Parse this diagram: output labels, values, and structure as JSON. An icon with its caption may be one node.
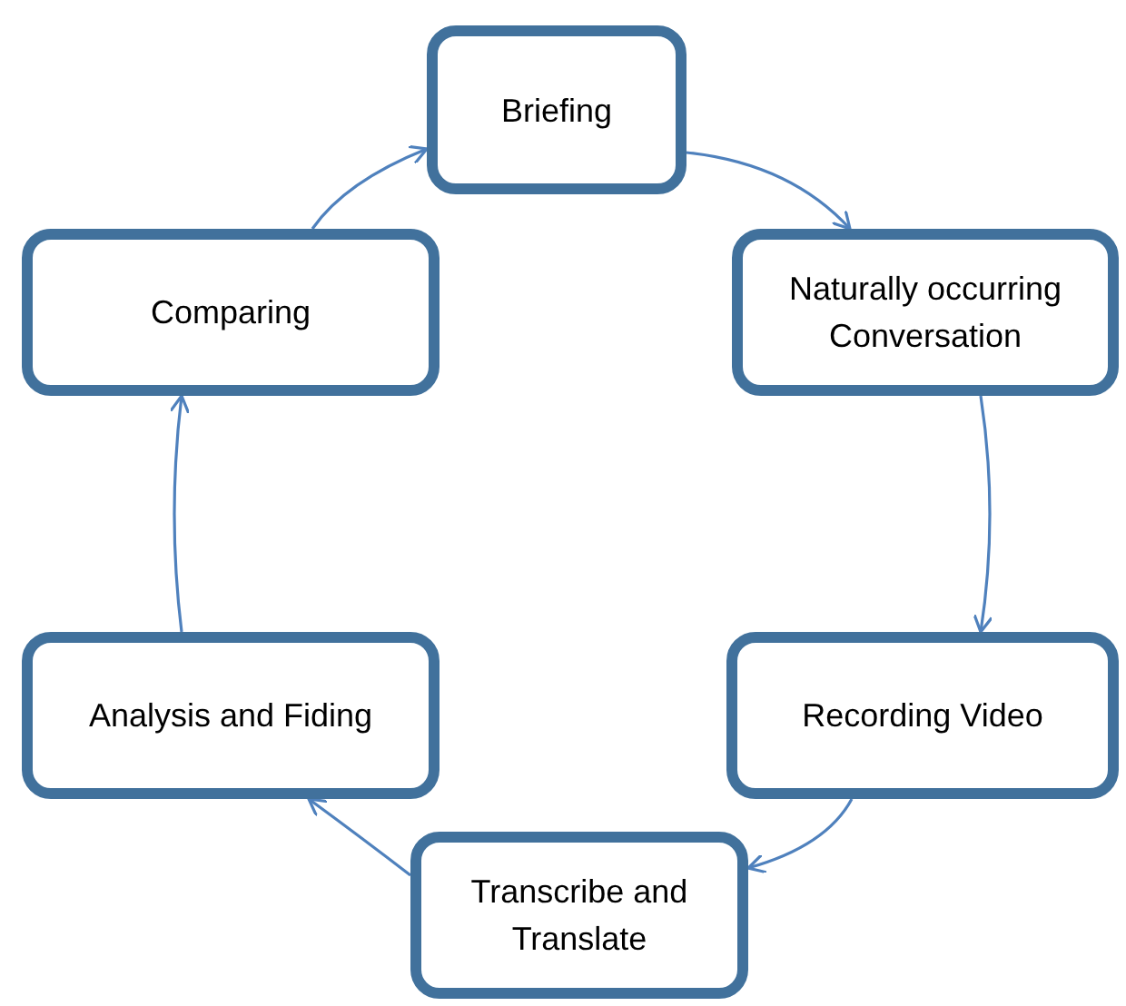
{
  "diagram": {
    "nodes": [
      {
        "text": [
          "Briefing"
        ]
      },
      {
        "text": [
          "Naturally occurring Conversation"
        ]
      },
      {
        "text": [
          "Recording Video"
        ]
      },
      {
        "text": [
          "Transcribe and Translate"
        ]
      },
      {
        "text": [
          "Analysis and Fiding"
        ]
      },
      {
        "text": [
          "Comparing"
        ]
      }
    ],
    "edges": [
      {
        "from": 0,
        "to": 1,
        "arrow": "to"
      },
      {
        "from": 1,
        "to": 2,
        "arrow": "to"
      },
      {
        "from": 2,
        "to": 3,
        "arrow": "to"
      },
      {
        "from": 3,
        "to": 4,
        "arrow": "to"
      },
      {
        "from": 4,
        "to": 5,
        "arrow": "to"
      },
      {
        "from": 5,
        "to": 0,
        "arrow": "to"
      }
    ]
  }
}
